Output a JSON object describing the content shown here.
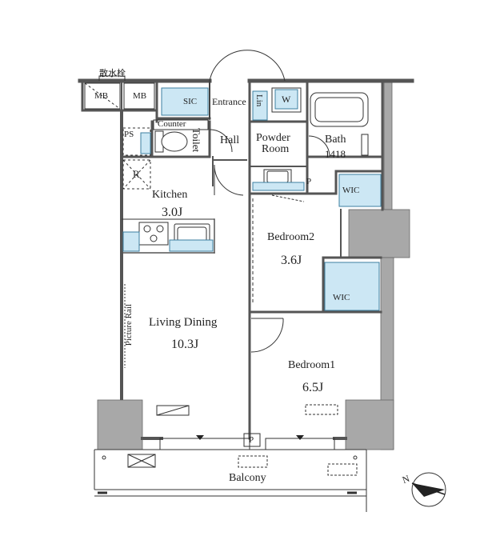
{
  "rooms": {
    "mb1": "MB",
    "mb2": "MB",
    "sprinkler": "散水栓",
    "sic": "SIC",
    "entrance": "Entrance",
    "lin": "Lin",
    "washer": "W",
    "ps": "PS",
    "counter": "Counter",
    "toilet": "Toilet",
    "hall": "Hall",
    "powder_room_line1": "Powder",
    "powder_room_line2": "Room",
    "bath": "Bath",
    "bath_size": "1418",
    "refrigerator": "R",
    "pantry_p": "P",
    "wic_upper": "WIC",
    "kitchen": "Kitchen",
    "kitchen_size": "3.0J",
    "bedroom2": "Bedroom2",
    "bedroom2_size": "3.6J",
    "wic_lower": "WIC",
    "picture_rail": "Picture Rail",
    "living_dining": "Living Dining",
    "living_dining_size": "10.3J",
    "bedroom1": "Bedroom1",
    "bedroom1_size": "6.5J",
    "balcony_p": "P",
    "balcony": "Balcony",
    "north": "N"
  },
  "colors": {
    "wall": "#555555",
    "column": "#a8a8a8",
    "fixture": "#cce7f4",
    "line": "#333333",
    "dashed": "#4a8fb0"
  }
}
